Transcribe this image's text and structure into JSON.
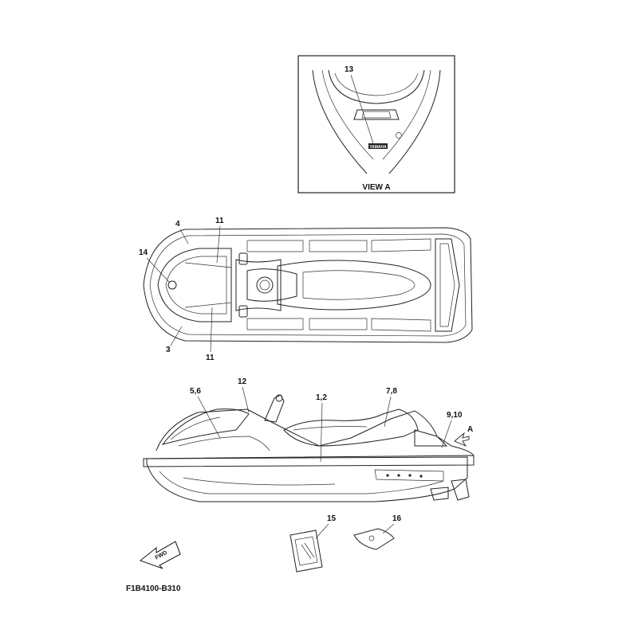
{
  "view_a": {
    "label": "VIEW A"
  },
  "callouts": {
    "c13": "13",
    "c4": "4",
    "c11_top": "11",
    "c14": "14",
    "c3": "3",
    "c11_bottom": "11",
    "c12": "12",
    "c56": "5,6",
    "c12b": "1,2",
    "c78": "7,8",
    "c910": "9,10",
    "arrow_a": "A",
    "c15": "15",
    "c16": "16"
  },
  "decal_texts": {
    "fwd": "FWD",
    "yamaha": "YAMAHA"
  },
  "figure_code": "F1B4100-B310"
}
